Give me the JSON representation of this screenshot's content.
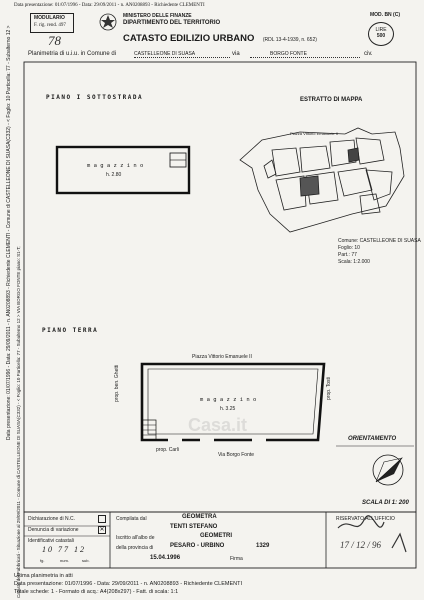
{
  "header_line": "Data presentazione: 01/07/1996 - Data: 29/09/2011 - n. AN0208893 - Richiedente CLEMENTI",
  "modulario": {
    "title": "MODULARIO",
    "code": "F. rig. rend. 497"
  },
  "ministry": {
    "line1": "MINISTERO DELLE FINANZE",
    "line2": "DIPARTIMENTO DEL TERRITORIO",
    "line3": "CATASTO EDILIZIO URBANO",
    "line3_note": "(RDL 13-4-1939, n. 652)"
  },
  "model_code": "MOD. BN (C)",
  "stamp": {
    "top": "LIRE",
    "value": "500"
  },
  "handwritten_number": "78",
  "planimetria": {
    "prefix": "Planimetria di u.i.u. in Comune di",
    "comune": "CASTELLEONE DI SUASA",
    "via_label": "via",
    "via": "BORGO FONTE",
    "civ_label": "civ."
  },
  "floors": {
    "sottostrada": "PIANO I SOTTOSTRADA",
    "terra": "PIANO TERRA"
  },
  "rooms": {
    "magazzino_small": {
      "name": "m a g a z z i n o",
      "height": "h. 2.80"
    },
    "magazzino_large": {
      "name": "m a g a z z i n o",
      "height": "h. 3.25"
    }
  },
  "street_labels": {
    "piazza_top": "Piazza Vittorio Emanuele II",
    "prop_left": "prop. ben. Ghetti",
    "prop_right": "prop. Tosti",
    "prop_bottom": "prop. Carli",
    "via_bottom": "Via Borgo Fonte"
  },
  "estratto": {
    "title": "ESTRATTO DI MAPPA",
    "map_label": "Piazza Vittorio Emanuele II",
    "comune_line": "Comune: CASTELLEONE DI SUASA",
    "foglio_line": "Foglio: 10",
    "part_line": "Part.: 77",
    "scala_line": "Scala: 1:2.000"
  },
  "orientamento": "ORIENTAMENTO",
  "scala": "SCALA DI 1: 200",
  "side_text": "Data presentazione: 01/07/1996 - Data: 29/09/2011 - n. AN0208893 - Richiedente CLEMENTI - Comune di CASTELLEONE DI SUASA(C332) - < Foglio: 10 Particella: 77 - Subalterno 12 >",
  "side_text_bottom": "Catasto dei Fabbricati - Situazione al 29/09/2011 - Comune di CASTELLEONE DI SUASA(C332) - < Foglio: 10 Particella: 77 - Subalterno 12 > VIA BORGO FONTE piano: S1-T;",
  "footer_left": {
    "dichiarazione": "Dichiarazione di N.C.",
    "denuncia": "Denuncia di variazione",
    "identificativi": "Identificativi catastali",
    "ident_values": "10  77  12",
    "planimetria_atti": "planimetria in atti",
    "foglio_label": "fg.",
    "num_label": "num.",
    "sub_label": "sub."
  },
  "footer_center": {
    "compilata": "Compilata dal",
    "qualifica": "GEOMETRA",
    "nome": "TENTI STEFANO",
    "iscritto": "Iscritto all'albo de",
    "iscritto_val": "GEOMETRI",
    "provincia": "della provincia di",
    "provincia_val": "PESARO - URBINO",
    "numero": "1329",
    "data": "15.04.1996",
    "firma": "Firma"
  },
  "footer_right": {
    "riservato": "RISERVATO ALL'UFFICIO",
    "handwritten": "17 / 12 / 96"
  },
  "bottom_lines": {
    "line1": "Ultima planimetria in atti",
    "line2": "Data presentazione: 01/07/1996 - Data: 29/09/2011 - n. AN0208893 - Richiedente CLEMENTI",
    "line3": "Totale schede: 1 - Formato di acq.: A4(208x297) - Fatt. di scala: 1:1"
  },
  "watermark": "Casa.it"
}
